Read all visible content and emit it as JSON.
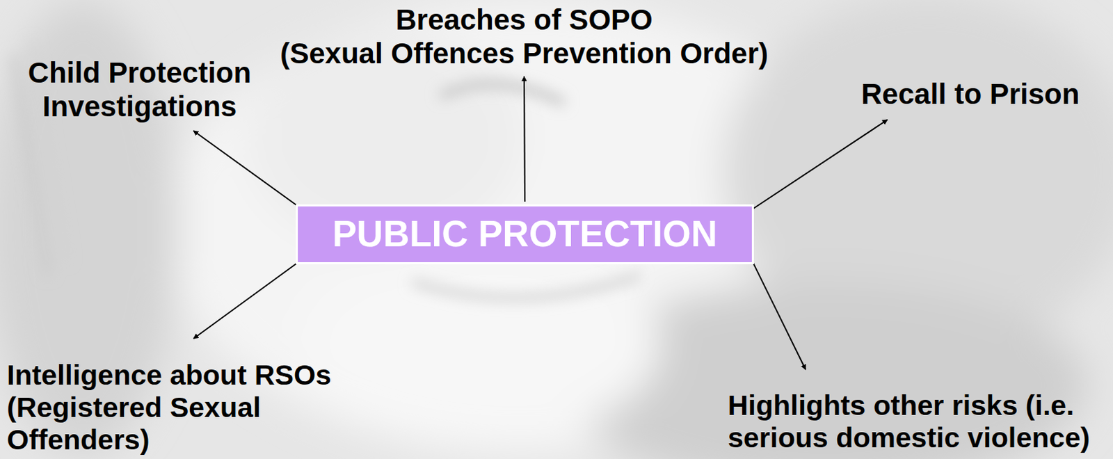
{
  "diagram": {
    "nodes": [
      {
        "text": [
          "Breaches of SOPO",
          "(Sexual Offences Prevention Order)"
        ]
      },
      {
        "text": [
          "Child Protection Investigations"
        ]
      },
      {
        "text": [
          "Recall to Prison"
        ]
      },
      {
        "text": [
          "PUBLIC PROTECTION"
        ]
      },
      {
        "text": [
          "Intelligence about RSOs",
          "(Registered Sexual Offenders)"
        ]
      },
      {
        "text": [
          "Highlights other risks (i.e. serious domestic violence)"
        ]
      }
    ],
    "edges": [
      {
        "from": 3,
        "to": 0,
        "arrow": "to"
      },
      {
        "from": 3,
        "to": 1,
        "arrow": "to"
      },
      {
        "from": 3,
        "to": 2,
        "arrow": "to"
      },
      {
        "from": 3,
        "to": 4,
        "arrow": "to"
      },
      {
        "from": 3,
        "to": 5,
        "arrow": "to"
      }
    ]
  }
}
